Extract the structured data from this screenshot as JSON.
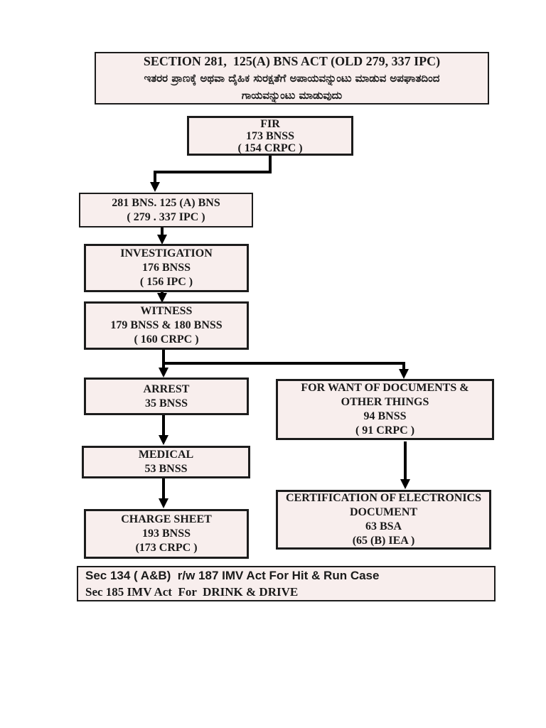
{
  "colors": {
    "page_bg": "#ffffff",
    "box_fill": "#f8eeed",
    "box_border": "#1c1c1c",
    "text": "#1a1a1a",
    "arrow": "#000000"
  },
  "title_box": {
    "line1": "SECTION 281,  125(A) BNS ACT (OLD 279, 337 IPC)",
    "kannada1": "ಇತರರ ಪ್ರಾಣಕ್ಕೆ ಅಥವಾ ದೈಹಿಕ ಸುರಕ್ಷತೆಗೆ ಅಪಾಯವನ್ನುಂಟು ಮಾಡುವ ಅಪಘಾತದಿಂದ",
    "kannada2": "ಗಾಯವನ್ನುಂಟು ಮಾಡುವುದು"
  },
  "nodes": {
    "fir": {
      "title": "FIR",
      "ref": "173 BNSS",
      "old": "( 154 CRPC )"
    },
    "bns": {
      "title": "281 BNS. 125 (A) BNS",
      "old": "( 279 . 337 IPC )"
    },
    "investigation": {
      "title": "INVESTIGATION",
      "ref": "176 BNSS",
      "old": "( 156 IPC )"
    },
    "witness": {
      "title": "WITNESS",
      "ref": "179 BNSS & 180 BNSS",
      "old": "( 160 CRPC )"
    },
    "arrest": {
      "title": "ARREST",
      "ref": "35 BNSS"
    },
    "documents": {
      "title": "FOR WANT OF DOCUMENTS & OTHER THINGS",
      "ref": "94 BNSS",
      "old": "( 91 CRPC )"
    },
    "medical": {
      "title": "MEDICAL",
      "ref": "53 BNSS"
    },
    "chargesheet": {
      "title": "CHARGE SHEET",
      "ref": "193 BNSS",
      "old": "(173 CRPC )"
    },
    "certification": {
      "title": "CERTIFICATION OF ELECTRONICS DOCUMENT",
      "ref": "63 BSA",
      "old": "(65 (B) IEA )"
    }
  },
  "footer_box": {
    "line1": "Sec 134 ( A&B)  r/w 187 IMV Act For Hit & Run Case",
    "line2": "Sec 185 IMV Act  For  DRINK & DRIVE"
  }
}
